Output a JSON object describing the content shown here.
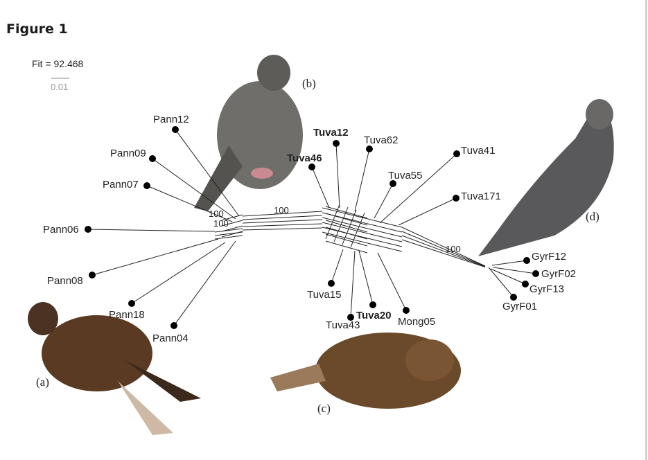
{
  "figure_title": "Figure 1",
  "fit_label": "Fit = 92.468",
  "scale_label": "0.01",
  "bootstrap": [
    "100",
    "100",
    "100",
    "100"
  ],
  "panels": [
    "(a)",
    "(b)",
    "(c)",
    "(d)"
  ],
  "taxa": [
    "Pann12",
    "Pann09",
    "Pann07",
    "Pann06",
    "Pann08",
    "Pann18",
    "Pann04",
    "Tuva12",
    "Tuva62",
    "Tuva46",
    "Tuva55",
    "Tuva41",
    "Tuva171",
    "Tuva15",
    "Tuva43",
    "Tuva20",
    "Mong05",
    "GyrF12",
    "GyrF02",
    "GyrF13",
    "GyrF01"
  ],
  "bold_taxa": [
    "Tuva12",
    "Tuva46",
    "Tuva20"
  ]
}
